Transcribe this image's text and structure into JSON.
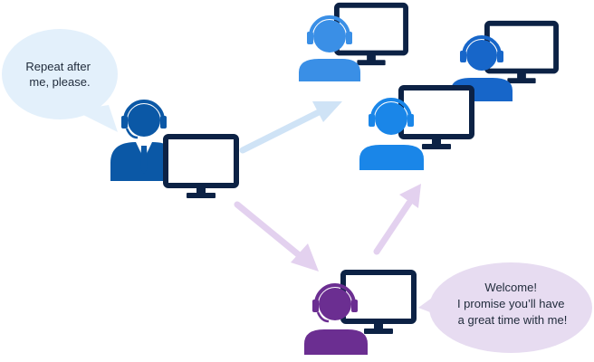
{
  "teacher_bubble": {
    "lines": [
      "Repeat after",
      "me, please."
    ]
  },
  "assistant_bubble": {
    "lines": [
      "Welcome!",
      "I promise you’ll have",
      "a great time with me!"
    ]
  },
  "icons": {
    "teacher": "teacher-with-headset-and-monitor-icon",
    "assistant": "assistant-with-headset-and-monitor-icon",
    "students": "student-with-headset-and-monitor-icon"
  },
  "colors": {
    "teacher": "#0b58a6",
    "student_light": "#3a8fe6",
    "student_mid": "#1766c9",
    "student_bright": "#1a86e8",
    "assistant": "#6b2e91",
    "monitor_frame": "#0c2245",
    "bubble_teacher": "#e3f0fb",
    "bubble_assistant": "#e7dcf1",
    "arrow_blue": "#cfe3f6",
    "arrow_purple": "#e3d1ef"
  }
}
